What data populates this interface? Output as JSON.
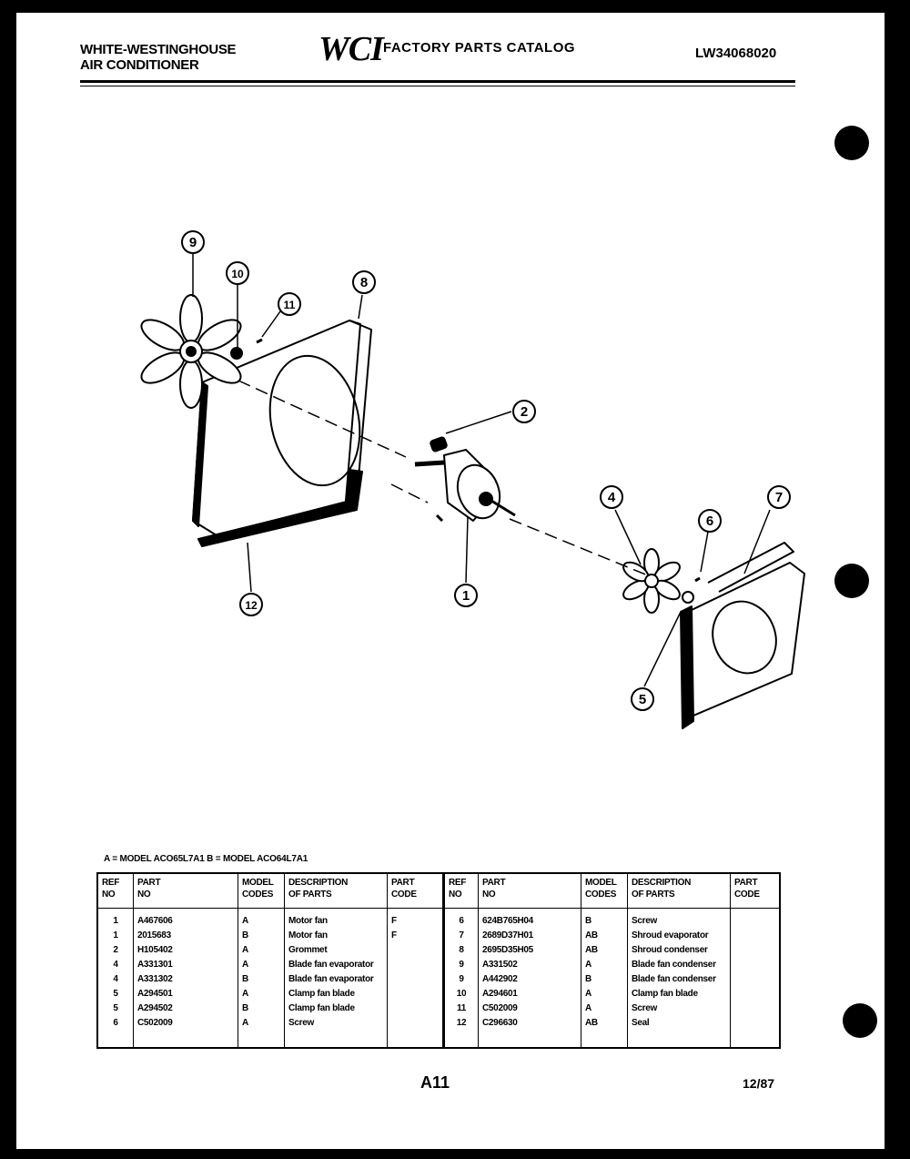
{
  "header": {
    "brand_line1": "WHITE-WESTINGHOUSE",
    "brand_line2": "AIR CONDITIONER",
    "logo": "WCI",
    "title": "FACTORY PARTS CATALOG",
    "catalog_no": "LW34068020"
  },
  "diagram": {
    "callouts": [
      "1",
      "2",
      "4",
      "5",
      "6",
      "7",
      "8",
      "9",
      "10",
      "11",
      "12"
    ]
  },
  "legend": "A = MODEL ACO65L7A1     B = MODEL ACO64L7A1",
  "table": {
    "headers": {
      "ref_no_1": "REF",
      "ref_no_2": "NO",
      "part_no_1": "PART",
      "part_no_2": "NO",
      "model_codes_1": "MODEL",
      "model_codes_2": "CODES",
      "description_1": "DESCRIPTION",
      "description_2": "OF PARTS",
      "part_code_1": "PART",
      "part_code_2": "CODE"
    },
    "left_rows": [
      {
        "ref": "1",
        "part": "A467606",
        "model": "A",
        "desc": "Motor fan",
        "code": "F"
      },
      {
        "ref": "1",
        "part": "2015683",
        "model": "B",
        "desc": "Motor fan",
        "code": "F"
      },
      {
        "ref": "2",
        "part": "H105402",
        "model": "A",
        "desc": "Grommet",
        "code": ""
      },
      {
        "ref": "4",
        "part": "A331301",
        "model": "A",
        "desc": "Blade fan evaporator",
        "code": ""
      },
      {
        "ref": "4",
        "part": "A331302",
        "model": "B",
        "desc": "Blade fan evaporator",
        "code": ""
      },
      {
        "ref": "5",
        "part": "A294501",
        "model": "A",
        "desc": "Clamp fan blade",
        "code": ""
      },
      {
        "ref": "5",
        "part": "A294502",
        "model": "B",
        "desc": "Clamp fan blade",
        "code": ""
      },
      {
        "ref": "6",
        "part": "C502009",
        "model": "A",
        "desc": "Screw",
        "code": ""
      }
    ],
    "right_rows": [
      {
        "ref": "6",
        "part": "624B765H04",
        "model": "B",
        "desc": "Screw",
        "code": ""
      },
      {
        "ref": "7",
        "part": "2689D37H01",
        "model": "AB",
        "desc": "Shroud evaporator",
        "code": ""
      },
      {
        "ref": "8",
        "part": "2695D35H05",
        "model": "AB",
        "desc": "Shroud condenser",
        "code": ""
      },
      {
        "ref": "9",
        "part": "A331502",
        "model": "A",
        "desc": "Blade fan condenser",
        "code": ""
      },
      {
        "ref": "9",
        "part": "A442902",
        "model": "B",
        "desc": "Blade fan condenser",
        "code": ""
      },
      {
        "ref": "10",
        "part": "A294601",
        "model": "A",
        "desc": "Clamp fan blade",
        "code": ""
      },
      {
        "ref": "11",
        "part": "C502009",
        "model": "A",
        "desc": "Screw",
        "code": ""
      },
      {
        "ref": "12",
        "part": "C296630",
        "model": "AB",
        "desc": "Seal",
        "code": ""
      }
    ]
  },
  "footer": {
    "page": "A11",
    "date": "12/87"
  }
}
